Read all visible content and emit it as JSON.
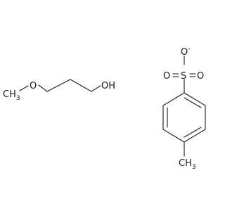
{
  "molecule_left": {
    "methyl_label": "CH",
    "methyl_subscript": "3",
    "ether_oxygen": "O",
    "hydroxyl": "OH"
  },
  "molecule_right": {
    "sulfur": "S",
    "oxygen_top": "O",
    "oxygen_top_charge": "-",
    "oxygen_left": "O",
    "oxygen_right": "O",
    "methyl_label": "CH",
    "methyl_subscript": "3"
  }
}
